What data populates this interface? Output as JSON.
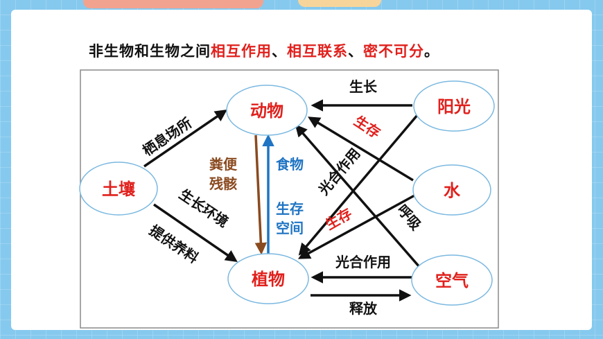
{
  "headline": {
    "prefix": "非生物和生物之间",
    "part1": "相互作用",
    "sep1": "、",
    "part2": "相互联系",
    "sep2": "、",
    "part3": "密不可分",
    "suffix": "。"
  },
  "nodes": {
    "animal": "动物",
    "plant": "植物",
    "soil": "土壤",
    "sunlight": "阳光",
    "water": "水",
    "air": "空气"
  },
  "edges": {
    "habitat": "栖息场所",
    "growth_env": "生长环境",
    "nutrients": "提供养料",
    "growth": "生长",
    "survival_top": "生存",
    "photosynthesis_diag": "光合作用",
    "survival_bottom": "生存",
    "respiration": "呼吸",
    "photosynthesis": "光合作用",
    "release": "释放",
    "waste_1": "粪便",
    "waste_2": "残骸",
    "food": "食物",
    "space_1": "生存",
    "space_2": "空间"
  },
  "colors": {
    "node_text": "#e0201c",
    "node_stroke": "#7ab8e0",
    "arrow_black": "#111111",
    "arrow_blue": "#1f74c3",
    "arrow_brown": "#8a4a1f"
  }
}
